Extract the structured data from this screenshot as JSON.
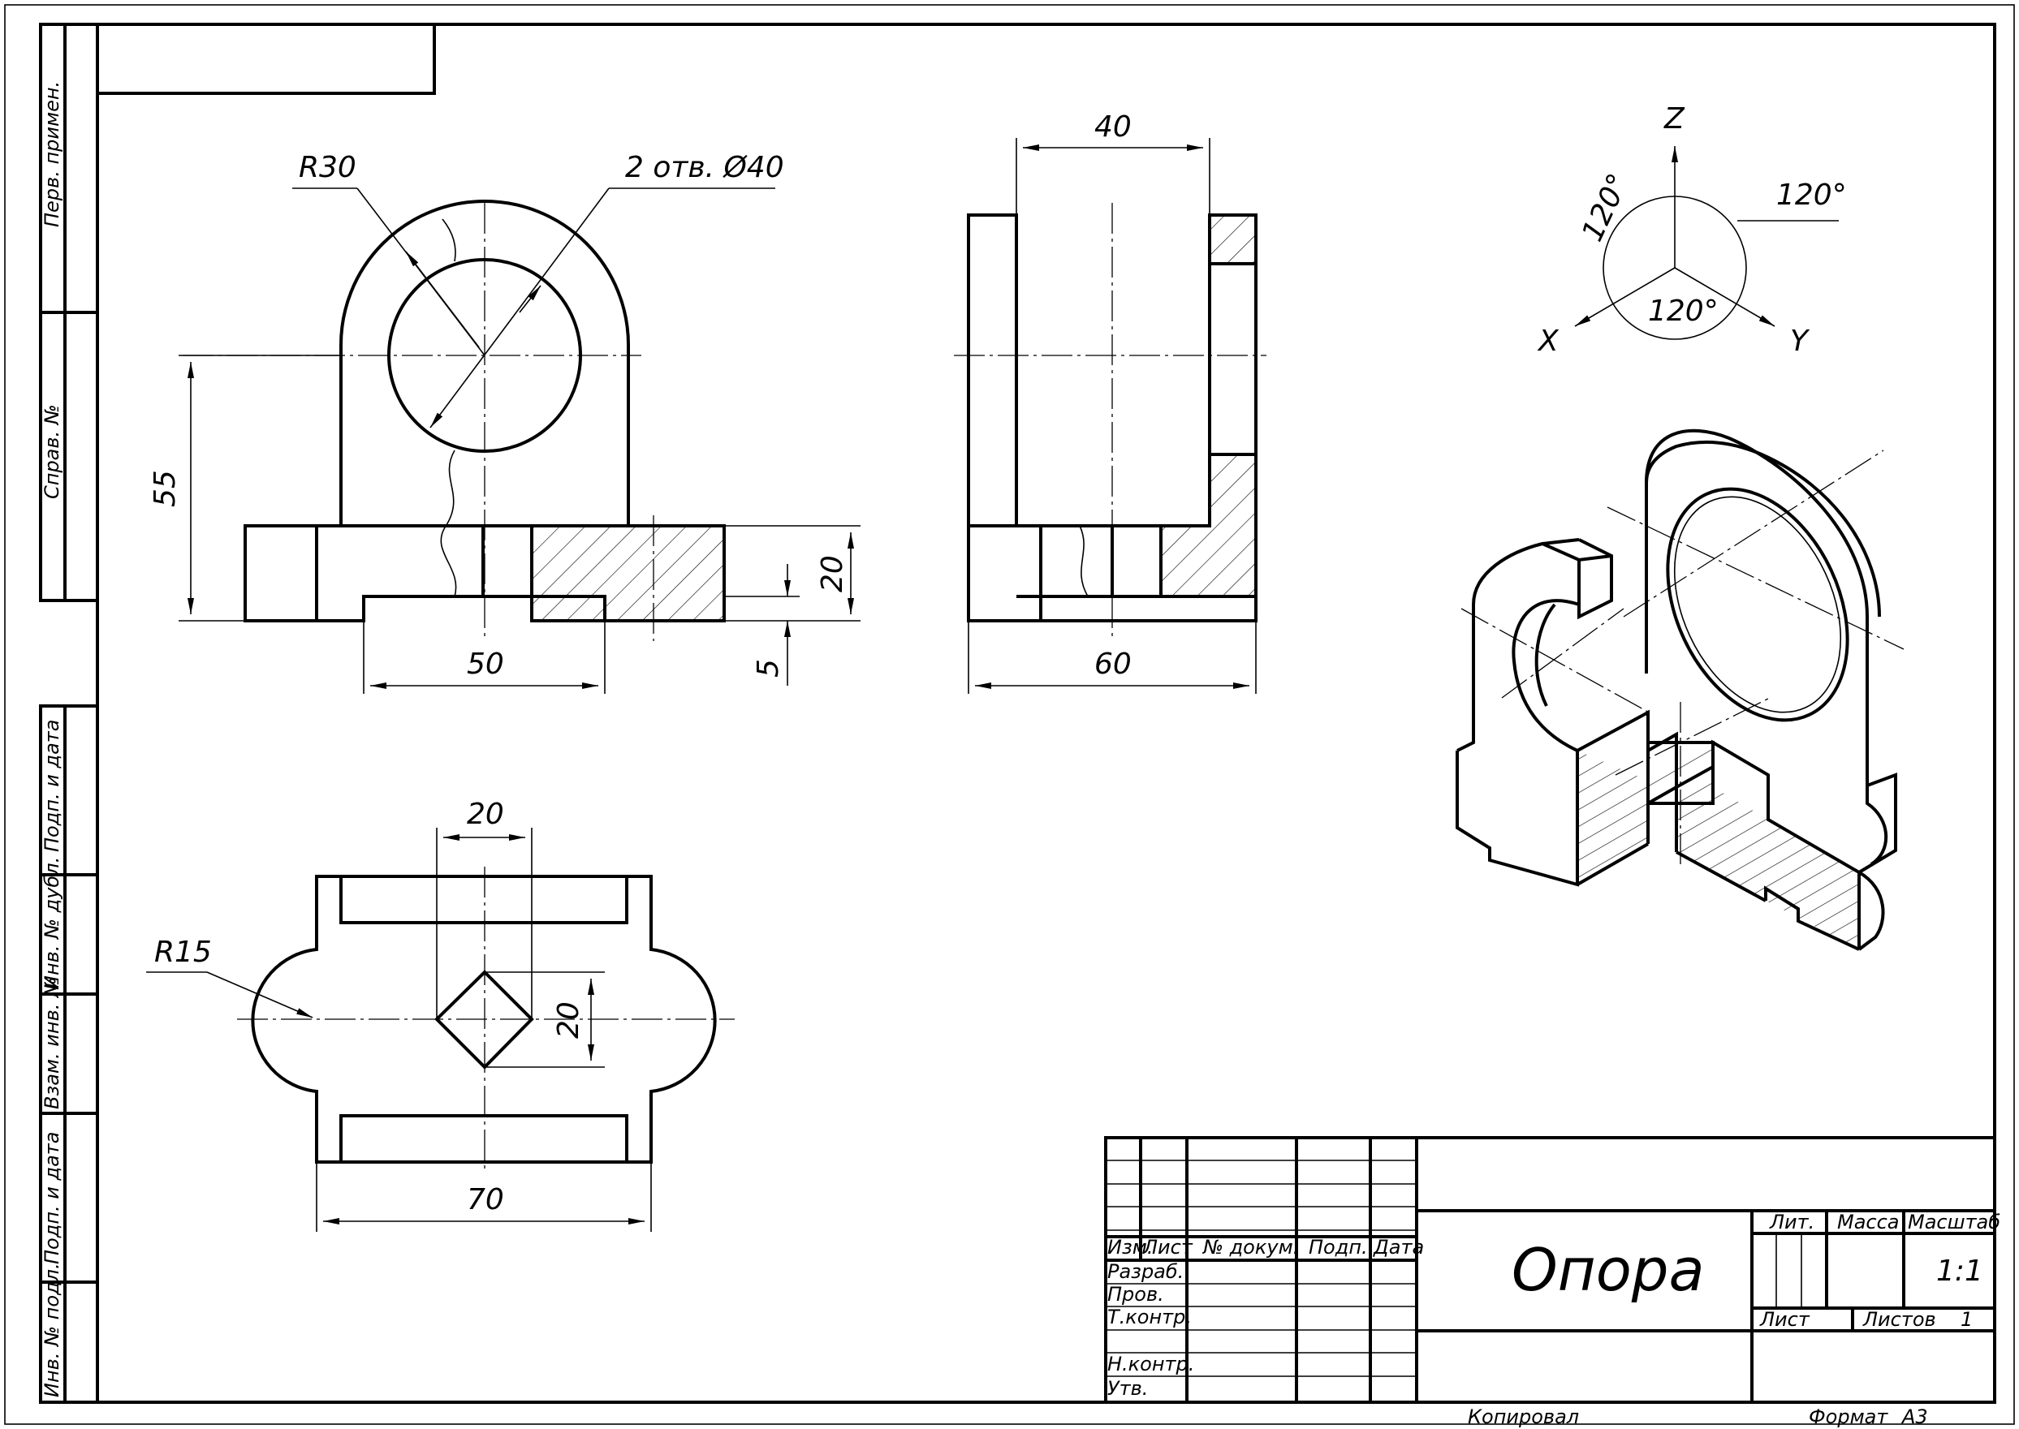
{
  "drawing": {
    "title": "Опора",
    "view_front": {
      "dim_radius": "R30",
      "dim_holes": "2 отв. Ø40",
      "dim_height": "55",
      "dim_width": "50",
      "dim_boss": "20",
      "dim_slot": "5"
    },
    "view_side": {
      "dim_top": "40",
      "dim_bottom": "60"
    },
    "view_top": {
      "dim_radius": "R15",
      "dim_square_w": "20",
      "dim_square_h": "20",
      "dim_width": "70"
    },
    "axes": {
      "z": "Z",
      "x": "X",
      "y": "Y",
      "angle_left": "120°",
      "angle_right": "120°",
      "angle_bottom": "120°"
    }
  },
  "side_stamp": {
    "perv_primen": "Перв. примен.",
    "sprav_no": "Справ. №",
    "podp_data_1": "Подп. и дата",
    "inv_dubl": "Инв. № дубл.",
    "vzam_inv": "Взам. инв. №",
    "podp_data_2": "Подп. и дата",
    "inv_podl": "Инв. № подл."
  },
  "title_block": {
    "col_izm": "Изм.",
    "col_list": "Лист",
    "col_doc": "№ докум.",
    "col_podp": "Подп.",
    "col_data": "Дата",
    "row_razrab": "Разраб.",
    "row_prov": "Пров.",
    "row_tkontr": "Т.контр.",
    "row_nkontr": "Н.контр.",
    "row_utv": "Утв.",
    "lit_label": "Лит.",
    "massa_label": "Масса",
    "masshtab_label": "Масштаб",
    "scale_value": "1:1",
    "sheet_label": "Лист",
    "sheets_label": "Листов",
    "sheets_value": "1"
  },
  "footer": {
    "kopiroval": "Копировал",
    "format_label": "Формат",
    "format_value": "A3"
  }
}
